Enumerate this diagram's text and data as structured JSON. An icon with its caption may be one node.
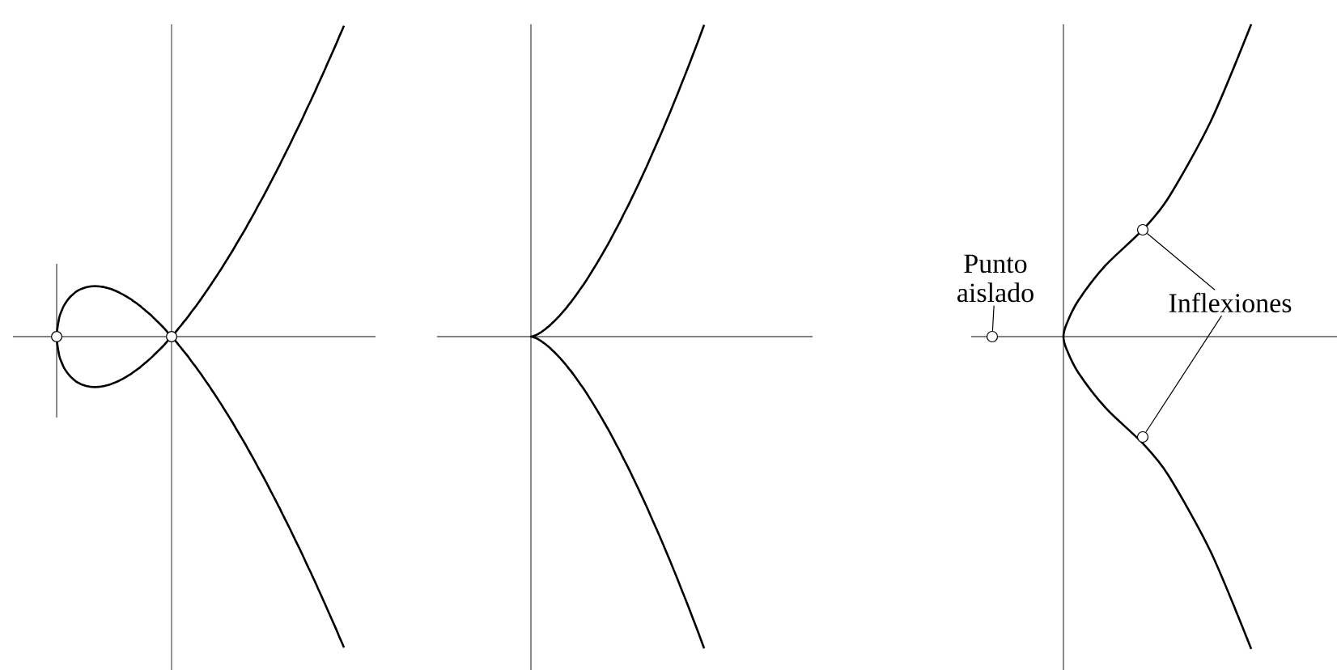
{
  "diagram": {
    "nodes": [
      {
        "text": [
          "Punto aislado"
        ]
      },
      {
        "text": [],
        "shape": "circle"
      },
      {
        "text": [
          "Inflexiones"
        ]
      },
      {
        "text": [],
        "shape": "circle"
      },
      {
        "text": [],
        "shape": "circle"
      }
    ],
    "edges": [
      {
        "from": 0,
        "to": 1,
        "arrow": "none"
      },
      {
        "from": 2,
        "to": 3,
        "arrow": "none"
      },
      {
        "from": 2,
        "to": 4,
        "arrow": "none"
      }
    ]
  }
}
